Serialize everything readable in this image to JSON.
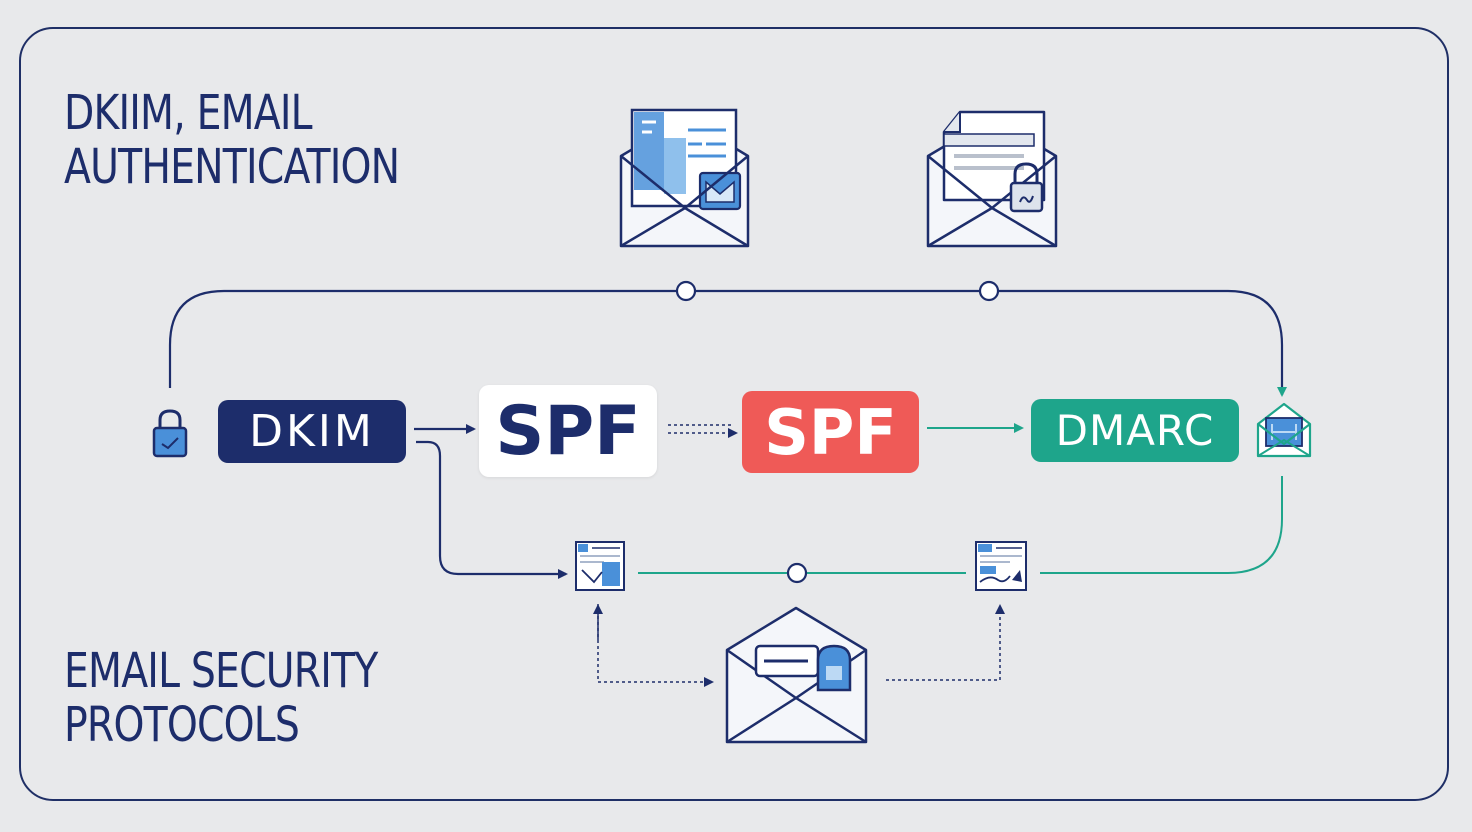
{
  "titles": {
    "top_line_1": "DKIIM,   EMAIL",
    "top_line_2": "AUTHENTICATION",
    "bottom_line_1": "EMAIL SECURITY",
    "bottom_line_2": "PROTOCOLS"
  },
  "protocols": {
    "dkim": "DKIM",
    "spf_primary": "SPF",
    "spf_secondary": "SPF",
    "dmarc": "DMARC"
  },
  "colors": {
    "navy": "#1d2d6b",
    "coral": "#ef5a57",
    "teal": "#1ea58b",
    "icon_blue": "#4a90d9",
    "paper": "#f4f6fa",
    "background": "#e8e9eb"
  },
  "icons": [
    "document-envelope-icon",
    "locked-envelope-icon",
    "padlock-icon",
    "shield-envelope-icon",
    "small-document-icon",
    "signed-document-icon",
    "open-envelope-icon"
  ]
}
